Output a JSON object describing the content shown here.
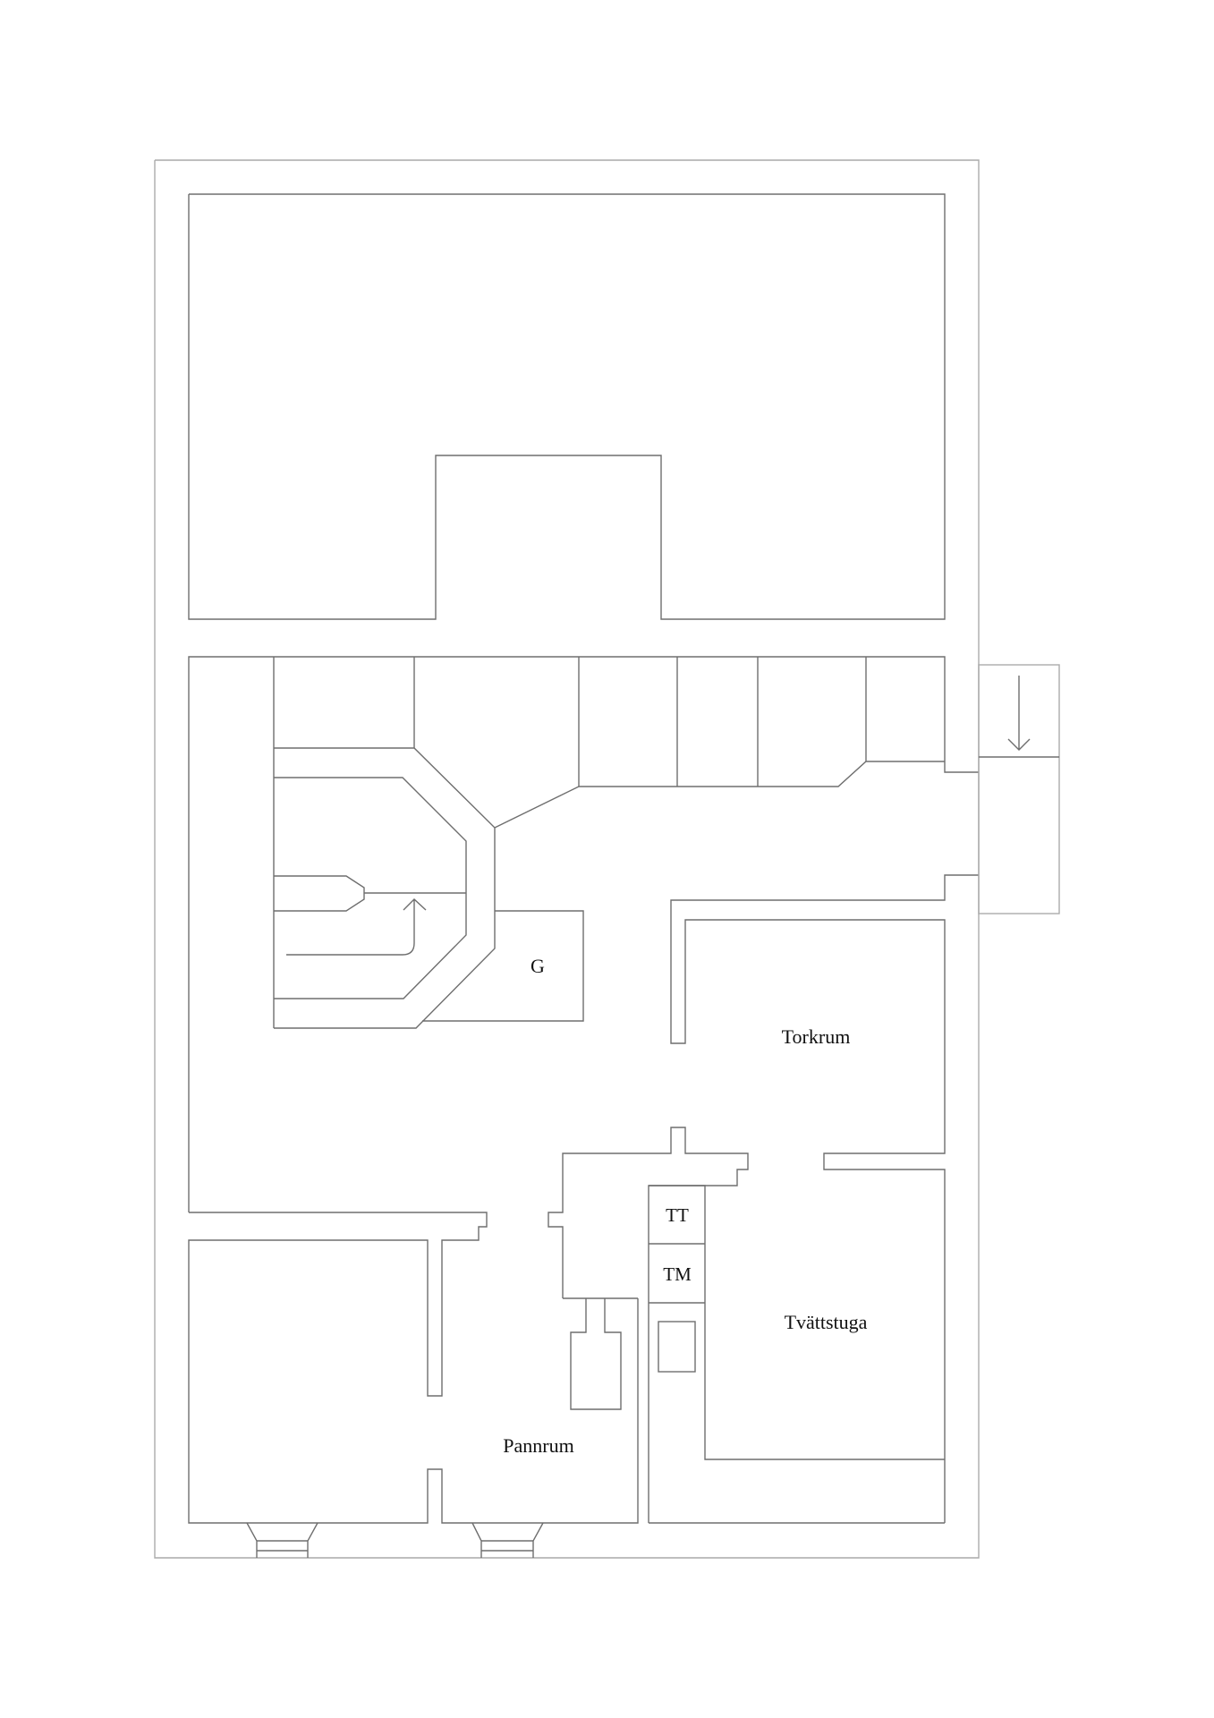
{
  "plan": {
    "type": "floor-plan",
    "level": "basement",
    "rooms": [
      {
        "id": "torkrum",
        "label": "Torkrum"
      },
      {
        "id": "tvattstuga",
        "label": "Tvättstuga"
      },
      {
        "id": "pannrum",
        "label": "Pannrum"
      },
      {
        "id": "g",
        "label": "G"
      }
    ],
    "fixtures": [
      {
        "id": "tt",
        "label": "TT"
      },
      {
        "id": "tm",
        "label": "TM"
      }
    ],
    "symbols": {
      "stair_arrow": "arrow-up",
      "entrance_arrow": "arrow-down"
    },
    "colors": {
      "wall": "#6e6e6e",
      "outline": "#aaaaaa",
      "text": "#111111",
      "background": "#ffffff"
    }
  }
}
